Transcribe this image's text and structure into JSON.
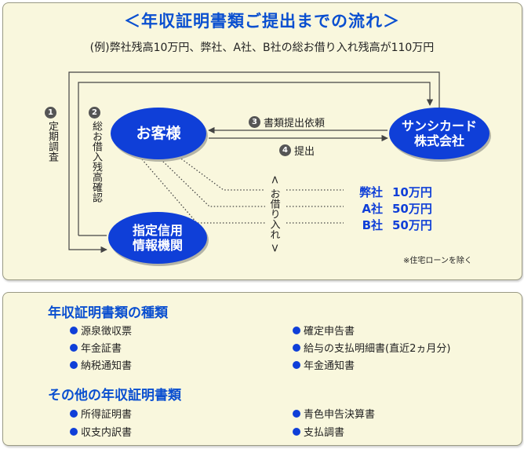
{
  "title": "＜年収証明書類ご提出までの流れ＞",
  "subtitle": "(例)弊社残高10万円、弊社、A社、B社の総お借り入れ残高が110万円",
  "nodes": {
    "customer": "お客様",
    "company_line1": "サンシカード",
    "company_line2": "株式会社",
    "agency_line1": "指定信用",
    "agency_line2": "情報機関"
  },
  "steps": {
    "s1_num": "1",
    "s1_text": "定期調査",
    "s2_num": "2",
    "s2_text": "総お借入残高確認",
    "s3_num": "3",
    "s3_text": "書類提出依頼",
    "s4_num": "4",
    "s4_text": "提出"
  },
  "borrowing_label": "お借り入れ",
  "borrowings": [
    {
      "company": "弊社",
      "amount": "10万円"
    },
    {
      "company": "A社",
      "amount": "50万円"
    },
    {
      "company": "B社",
      "amount": "50万円"
    }
  ],
  "note": "※住宅ローンを除く",
  "sections": [
    {
      "title": "年収証明書類の種類",
      "left": [
        "源泉徴収票",
        "年金証書",
        "納税通知書"
      ],
      "right": [
        "確定申告書",
        "給与の支払明細書(直近2ヵ月分)",
        "年金通知書"
      ]
    },
    {
      "title": "その他の年収証明書類",
      "left": [
        "所得証明書",
        "収支内訳書"
      ],
      "right": [
        "青色申告決算書",
        "支払調書"
      ]
    }
  ],
  "colors": {
    "accent_blue": "#0f3fd8",
    "title_blue": "#0a4fd0",
    "panel_bg": "#f9f7dd"
  }
}
